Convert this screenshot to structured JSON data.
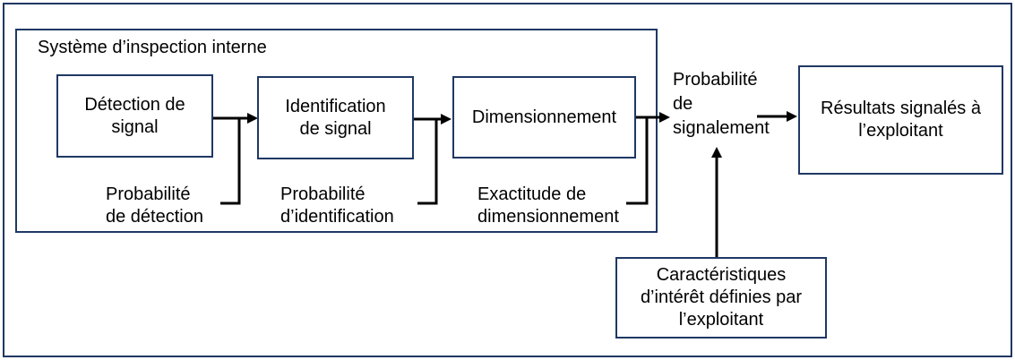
{
  "colors": {
    "border": "#1f3864",
    "line": "#000000",
    "text": "#000000",
    "background": "#ffffff"
  },
  "system": {
    "title": "Système d’inspection interne"
  },
  "boxes": {
    "detection": {
      "lines": [
        "Détection de",
        "signal"
      ]
    },
    "identification": {
      "lines": [
        "Identification",
        "de signal"
      ]
    },
    "dimensionnement": {
      "lines": [
        "Dimensionnement"
      ]
    },
    "resultats": {
      "lines": [
        "Résultats signalés à",
        "l’exploitant"
      ]
    },
    "caracteristiques": {
      "lines": [
        "Caractéristiques",
        "d’intérêt définies par",
        "l’exploitant"
      ]
    }
  },
  "labels": {
    "prob_detection": {
      "lines": [
        "Probabilité",
        "de détection"
      ]
    },
    "prob_identification": {
      "lines": [
        "Probabilité",
        "d’identification"
      ]
    },
    "exactitude": {
      "lines": [
        "Exactitude de",
        "dimensionnement"
      ]
    },
    "prob_signalement": {
      "lines": [
        "Probabilité",
        "de",
        "signalement"
      ]
    }
  }
}
